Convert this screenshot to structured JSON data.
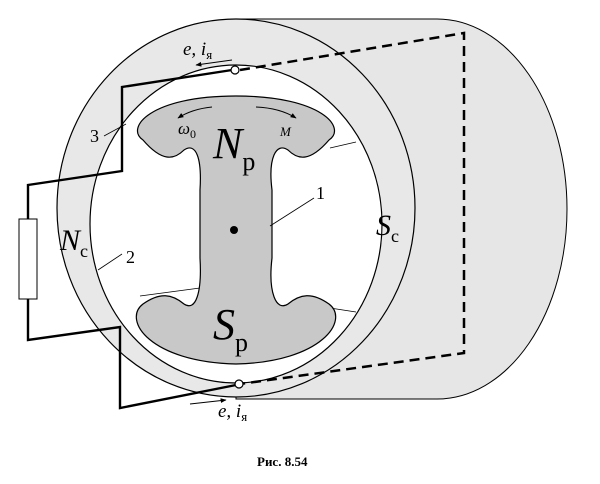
{
  "figure": {
    "caption": "Рис. 8.54",
    "labels": {
      "rotor_north": "N",
      "rotor_north_sub": "p",
      "rotor_south": "S",
      "rotor_south_sub": "p",
      "stator_north": "N",
      "stator_north_sub": "c",
      "stator_south": "S",
      "stator_south_sub": "c",
      "omega": "ω",
      "omega_sub": "0",
      "torque": "M",
      "emf_top": "e, i",
      "emf_top_sub": "я",
      "emf_bottom": "e, i",
      "emf_bottom_sub": "я",
      "num_1": "1",
      "num_2": "2",
      "num_3": "3"
    }
  }
}
